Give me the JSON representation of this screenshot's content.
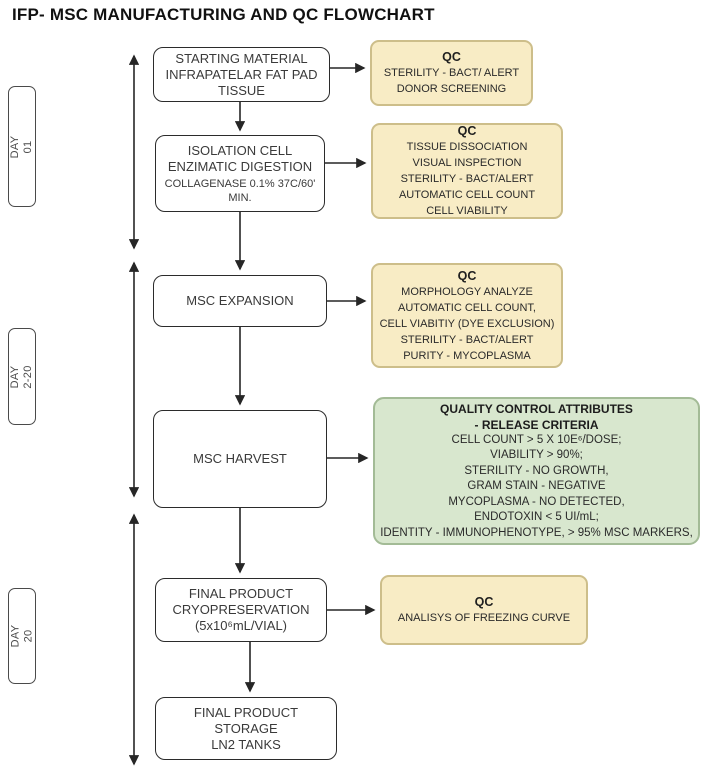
{
  "title": "IFP- MSC MANUFACTURING AND QC FLOWCHART",
  "timeline": {
    "day1": "DAY 01",
    "day2_20": "DAY 2-20",
    "day20": [
      "DAY",
      "20"
    ]
  },
  "process": {
    "p1": {
      "lines": [
        "STARTING MATERIAL",
        "INFRAPATELAR FAT PAD",
        "TISSUE"
      ]
    },
    "p2": {
      "lines": [
        "ISOLATION CELL",
        "ENZIMATIC DIGESTION"
      ],
      "note": [
        "COLLAGENASE 0.1% 37C/60'",
        "MIN."
      ]
    },
    "p3": {
      "lines": [
        "MSC EXPANSION"
      ]
    },
    "p4": {
      "lines": [
        "MSC HARVEST"
      ]
    },
    "p5": {
      "lines": [
        "FINAL PRODUCT",
        "CRYOPRESERVATION",
        "(5x10⁶mL/VIAL)"
      ]
    },
    "p6": {
      "lines": [
        "FINAL PRODUCT",
        "STORAGE",
        "LN2 TANKS"
      ]
    }
  },
  "qc": {
    "q1": {
      "heading": "QC",
      "lines": [
        "STERILITY - BACT/ ALERT",
        "DONOR SCREENING"
      ]
    },
    "q2": {
      "heading": "QC",
      "lines": [
        "TISSUE DISSOCIATION",
        "VISUAL INSPECTION",
        "STERILITY - BACT/ALERT",
        "AUTOMATIC CELL COUNT",
        "CELL VIABILITY"
      ]
    },
    "q3": {
      "heading": "QC",
      "lines": [
        "MORPHOLOGY ANALYZE",
        "AUTOMATIC CELL COUNT,",
        "CELL VIABITIY (DYE EXCLUSION)",
        "STERILITY - BACT/ALERT",
        "PURITY - MYCOPLASMA"
      ]
    },
    "release": {
      "heading": [
        "QUALITY CONTROL ATTRIBUTES",
        "-  RELEASE CRITERIA"
      ],
      "lines": [
        "CELL COUNT > 5 X 10E⁶/DOSE;",
        "VIABILITY > 90%;",
        "STERILITY - NO GROWTH,",
        "GRAM STAIN - NEGATIVE",
        "MYCOPLASMA - NO DETECTED,",
        "ENDOTOXIN < 5 UI/mL;",
        "IDENTITY - IMMUNOPHENOTYPE, > 95% MSC MARKERS,"
      ]
    },
    "q5": {
      "heading": "QC",
      "lines": [
        "ANALISYS OF FREEZING CURVE"
      ]
    }
  },
  "colors": {
    "qc_fill": "#F8ECC5",
    "qc_border": "#CDBE8A",
    "release_fill": "#D8E7CE",
    "release_border": "#A3BB96",
    "connector": "#262626"
  }
}
